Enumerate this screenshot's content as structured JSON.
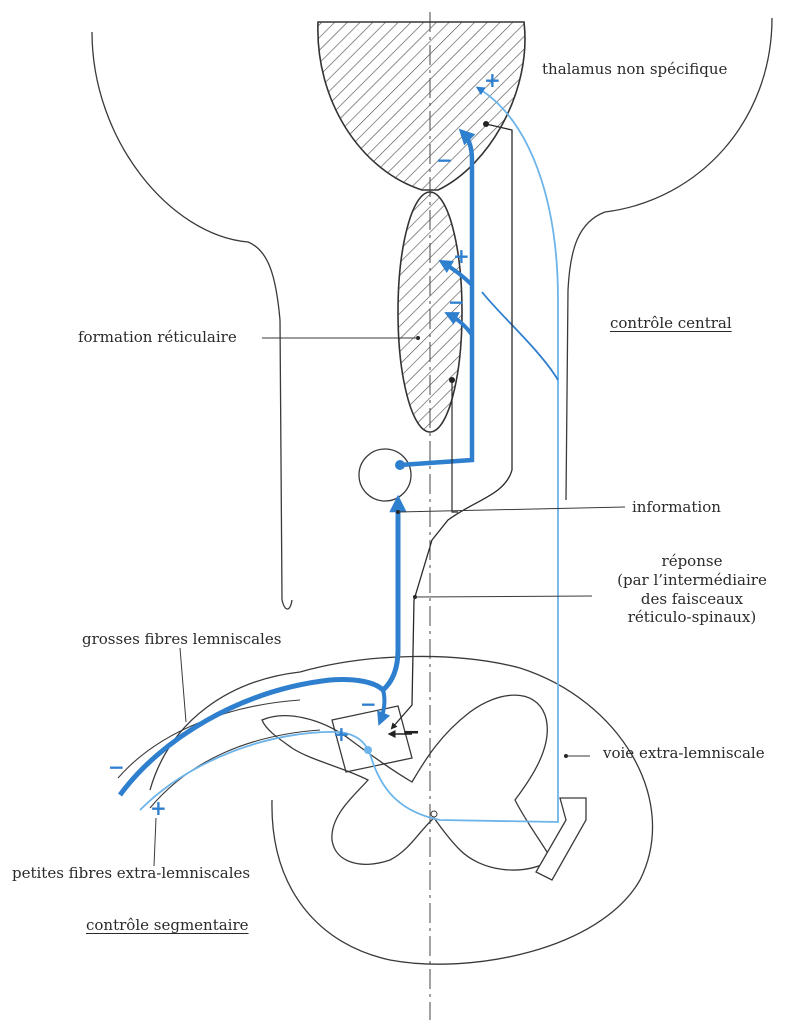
{
  "labels": {
    "thalamus": "thalamus non spécifique",
    "controle_central": "contrôle central",
    "formation_reticulaire": "formation réticulaire",
    "information": "information",
    "reponse": [
      "réponse",
      "(par l’intermédiaire",
      "des faisceaux",
      "réticulo-spinaux)"
    ],
    "grosses_fibres": "grosses fibres lemniscales",
    "voie_extra": "voie extra-lemniscale",
    "petites_fibres": "petites fibres extra-lemniscales",
    "controle_segmentaire": "contrôle segmentaire"
  },
  "signs": {
    "plus": "+",
    "minus": "−"
  },
  "colors": {
    "outline": "#3a3a3a",
    "hatch": "#555555",
    "thick_pathway": "#2f7fcf",
    "thin_pathway": "#6cb4ea"
  }
}
